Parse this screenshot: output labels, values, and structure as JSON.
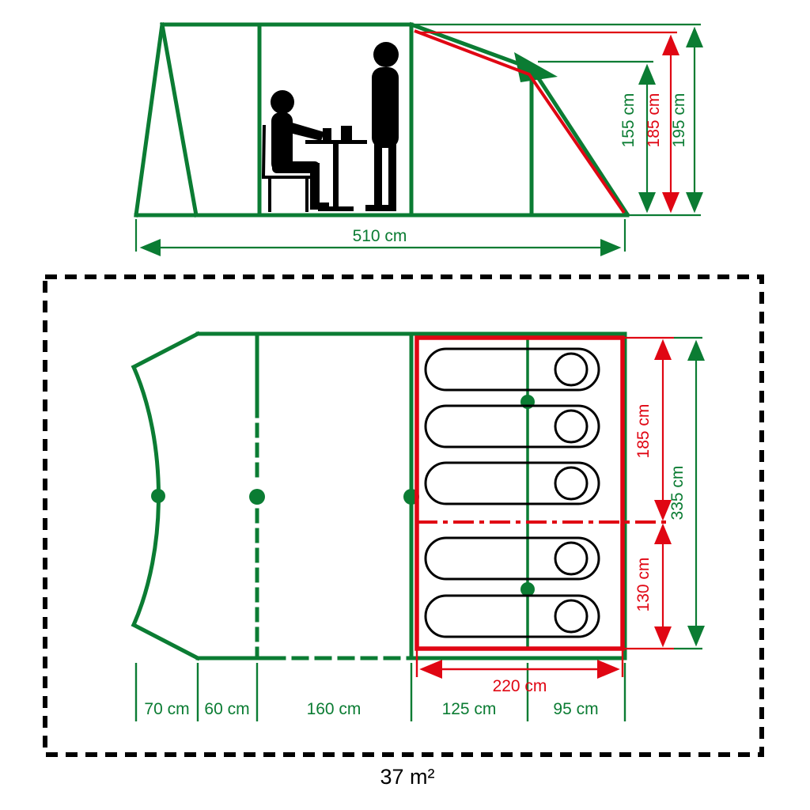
{
  "colors": {
    "green": "#0b7c33",
    "red": "#e00613",
    "black": "#000000",
    "background": "#ffffff"
  },
  "side_view": {
    "length_label": "510 cm",
    "height_labels": {
      "inner": "155 cm",
      "mid": "185 cm",
      "outer": "195 cm"
    }
  },
  "floor_plan": {
    "width_labels": {
      "porch": "70 cm",
      "front": "60 cm",
      "living": "160 cm",
      "sleep_left": "125 cm",
      "sleep_right": "95 cm"
    },
    "sleeping_width_label": "220 cm",
    "depth_labels": {
      "sleep_upper": "185 cm",
      "sleep_lower": "130 cm",
      "total": "335 cm"
    },
    "sleeping_bags": {
      "upper_count": 3,
      "lower_count": 2
    },
    "area_label": "37 m²"
  }
}
